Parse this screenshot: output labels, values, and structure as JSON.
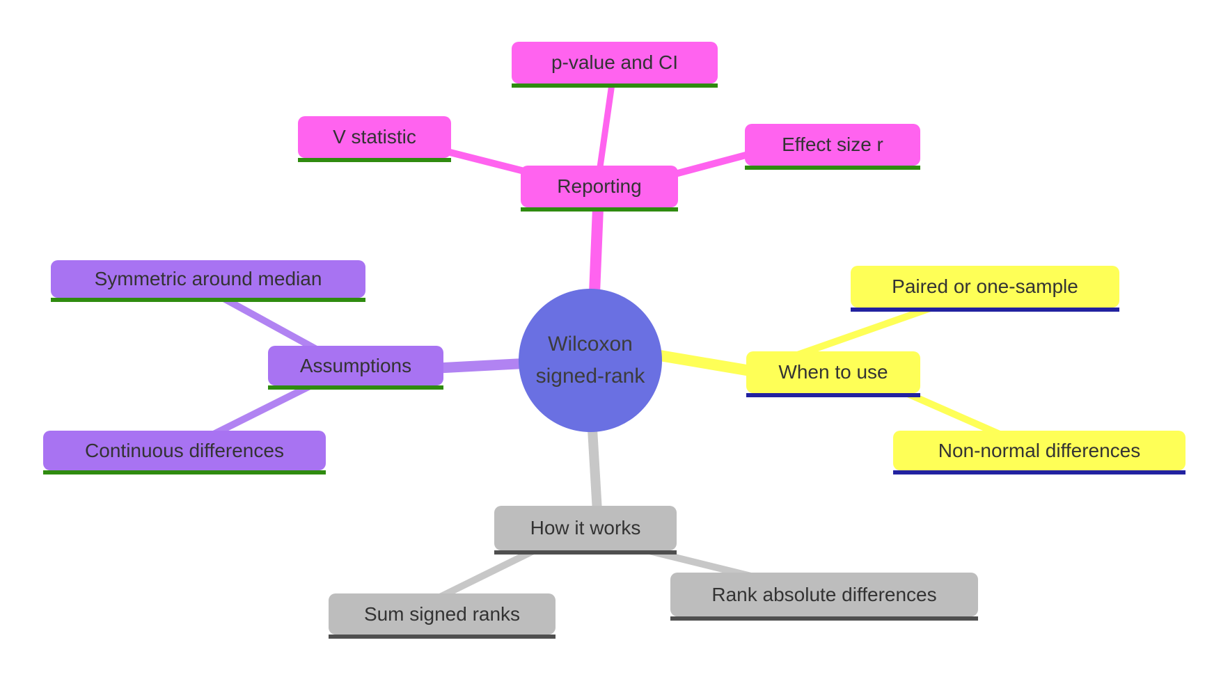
{
  "mindmap": {
    "center": {
      "line1": "Wilcoxon",
      "line2": "signed-rank",
      "fill_color": "#6a70e2"
    },
    "branches": [
      {
        "id": "reporting",
        "label": "Reporting",
        "color": "#ff63ef",
        "underline_color": "#2f8b0f",
        "children": [
          {
            "label": "p-value and CI"
          },
          {
            "label": "V statistic"
          },
          {
            "label": "Effect size r"
          }
        ]
      },
      {
        "id": "assumptions",
        "label": "Assumptions",
        "color": "#a873f2",
        "underline_color": "#2f8b0f",
        "children": [
          {
            "label": "Symmetric around median"
          },
          {
            "label": "Continuous differences"
          }
        ]
      },
      {
        "id": "when-to-use",
        "label": "When to use",
        "color": "#feff57",
        "underline_color": "#2222a0",
        "children": [
          {
            "label": "Paired or one-sample"
          },
          {
            "label": "Non-normal differences"
          }
        ]
      },
      {
        "id": "how-it-works",
        "label": "How it works",
        "color": "#bdbdbd",
        "underline_color": "#4f4f4f",
        "children": [
          {
            "label": "Sum signed ranks"
          },
          {
            "label": "Rank absolute differences"
          }
        ]
      }
    ],
    "text_color": "#333333"
  }
}
